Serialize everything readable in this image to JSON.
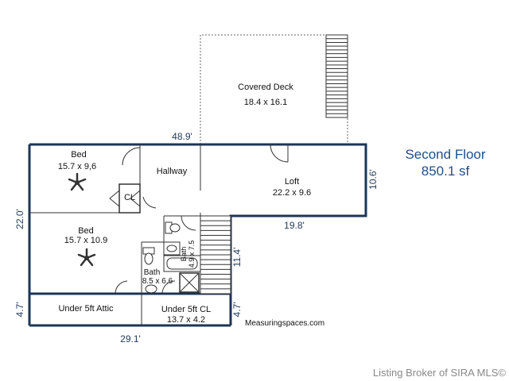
{
  "plan": {
    "title": "Second Floor",
    "area": "850.1 sf",
    "credit": "Measuringspaces.com",
    "watermark": "Listing Broker of SIRA MLS©",
    "title_color": "#1f4e8c",
    "wall_color": "#1c3557"
  },
  "rooms": {
    "covered_deck": {
      "name": "Covered Deck",
      "size": "18.4 x 16.1"
    },
    "bed1": {
      "name": "Bed",
      "size": "15.7 x 9,6"
    },
    "hallway": {
      "name": "Hallway"
    },
    "loft": {
      "name": "Loft",
      "size": "22.2 x 9.6"
    },
    "closet": {
      "name": "CL"
    },
    "bed2": {
      "name": "Bed",
      "size": "15.7 x 10.9"
    },
    "bath_small": {
      "name": "Bath",
      "size": "4.9 x 7.5"
    },
    "bath_main": {
      "name": "Bath",
      "size": "8.5 x 6.6"
    },
    "attic": {
      "name": "Under 5ft Attic"
    },
    "under_cl": {
      "name": "Under 5ft CL",
      "size": "13.7 x 4.2"
    }
  },
  "dimensions": {
    "top": "48.9'",
    "left": "22.0'",
    "right": "10.6'",
    "loft_bottom": "19.8'",
    "stair": "11.4'",
    "bottom_left": "4.7'",
    "bottom_mid": "4.7'",
    "bottom": "29.1'"
  },
  "icons": {
    "fan": "ceiling-fan-icon",
    "toilet": "toilet-icon",
    "tub": "bathtub-icon",
    "shower": "shower-icon",
    "stairs": "stairs-icon"
  }
}
